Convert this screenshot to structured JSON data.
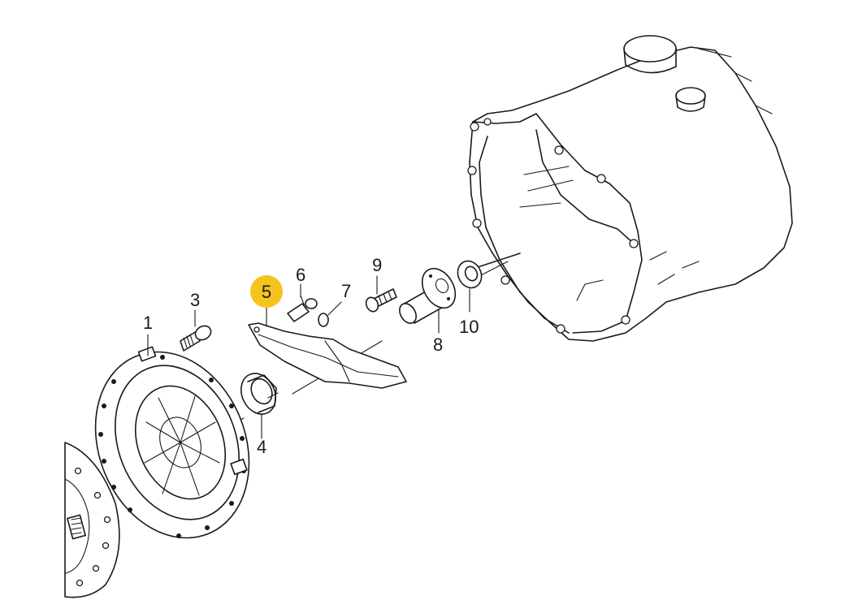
{
  "diagram": {
    "highlight_color": "#f6c21c",
    "line_color": "#1a1a1a",
    "highlighted_label": "5",
    "callouts": [
      {
        "id": "1",
        "label": "1"
      },
      {
        "id": "3",
        "label": "3"
      },
      {
        "id": "4",
        "label": "4"
      },
      {
        "id": "5",
        "label": "5"
      },
      {
        "id": "6",
        "label": "6"
      },
      {
        "id": "7",
        "label": "7"
      },
      {
        "id": "8",
        "label": "8"
      },
      {
        "id": "9",
        "label": "9"
      },
      {
        "id": "10",
        "label": "10"
      }
    ]
  }
}
